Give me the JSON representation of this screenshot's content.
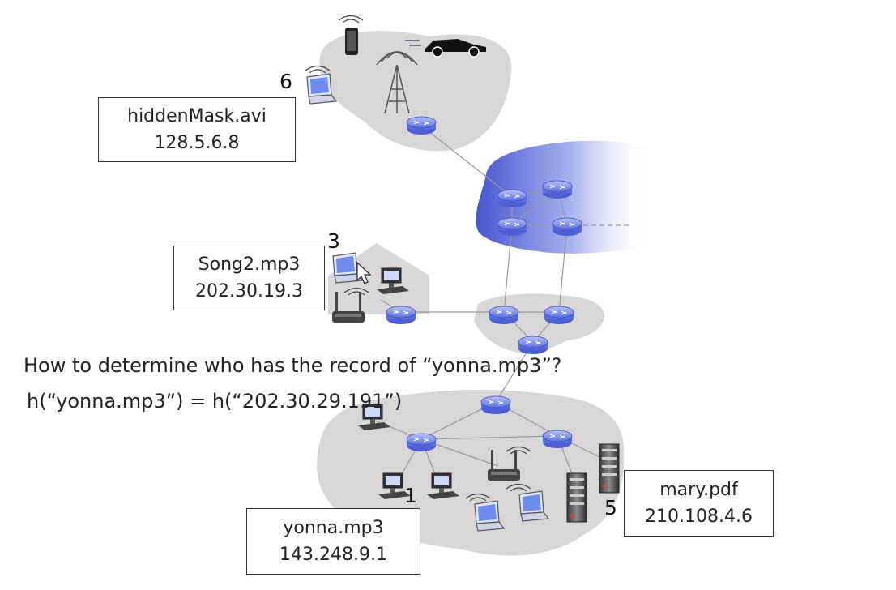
{
  "question": "How to determine who has the record of “yonna.mp3”?",
  "hash_equation": "h(“yonna.mp3”) = h(“202.30.29.191”)",
  "peers": [
    {
      "number": "6",
      "file": "hiddenMask.avi",
      "ip": "128.5.6.8"
    },
    {
      "number": "3",
      "file": "Song2.mp3",
      "ip": "202.30.19.3"
    },
    {
      "number": "1",
      "file": "yonna.mp3",
      "ip": "143.248.9.1"
    },
    {
      "number": "5",
      "file": "mary.pdf",
      "ip": "210.108.4.6"
    }
  ],
  "colors": {
    "region_gray": "#d7d7d7",
    "isp_blue": "#5563d6",
    "router_blue": "#7d8ff0",
    "link_gray": "#9a9a9a"
  }
}
